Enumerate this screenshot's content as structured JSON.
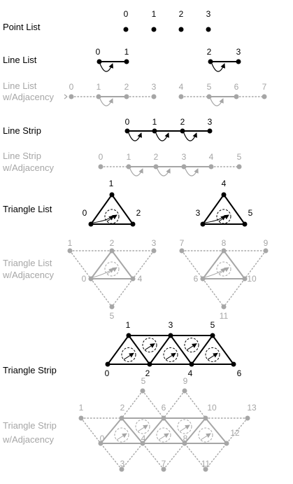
{
  "colors": {
    "primary": "#000000",
    "adjacency": "#a6a6a6",
    "background": "#ffffff"
  },
  "labels": {
    "point_list": "Point List",
    "line_list": "Line List",
    "line_list_adj_1": "Line List",
    "line_list_adj_2": "w/Adjacency",
    "line_strip": "Line Strip",
    "line_strip_adj_1": "Line Strip",
    "line_strip_adj_2": "w/Adjacency",
    "triangle_list": "Triangle List",
    "triangle_list_adj_1": "Triangle List",
    "triangle_list_adj_2": "w/Adjacency",
    "triangle_strip": "Triangle Strip",
    "triangle_strip_adj_1": "Triangle Strip",
    "triangle_strip_adj_2": "w/Adjacency"
  },
  "vertex_numbers": {
    "point_list": [
      "0",
      "1",
      "2",
      "3"
    ],
    "line_list": [
      "0",
      "1",
      "2",
      "3"
    ],
    "line_list_adj": [
      "0",
      "1",
      "2",
      "3",
      "4",
      "5",
      "6",
      "7"
    ],
    "line_strip": [
      "0",
      "1",
      "2",
      "3"
    ],
    "line_strip_adj": [
      "0",
      "1",
      "2",
      "3",
      "4",
      "5"
    ],
    "triangle_list": [
      "0",
      "1",
      "2",
      "3",
      "4",
      "5"
    ],
    "triangle_list_adj": [
      "0",
      "1",
      "2",
      "3",
      "4",
      "5",
      "6",
      "7",
      "8",
      "9",
      "10",
      "11"
    ],
    "triangle_strip": [
      "0",
      "1",
      "2",
      "3",
      "4",
      "5",
      "6"
    ],
    "triangle_strip_adj": [
      "0",
      "1",
      "2",
      "3",
      "4",
      "5",
      "6",
      "7",
      "8",
      "9",
      "10",
      "11",
      "12",
      "13"
    ]
  }
}
